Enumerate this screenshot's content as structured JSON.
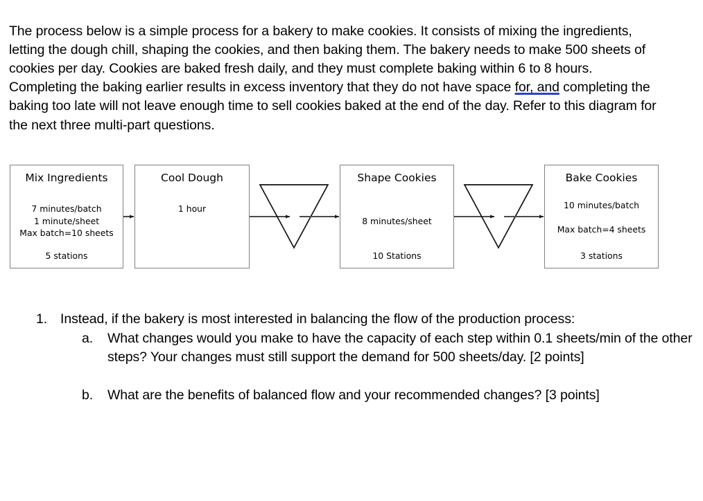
{
  "document": {
    "intro": {
      "before_flag": "The process below is a simple process for a bakery to make cookies.  It consists of mixing the ingredients, letting the dough chill, shaping the cookies, and then baking them.  The bakery needs to make 500 sheets of cookies per day.  Cookies are baked fresh daily, and they must complete baking within 6 to 8 hours.  Completing the baking earlier results in excess inventory that they do not have space ",
      "flagged_text": "for, and",
      "after_flag": " completing the baking too late will not leave enough time to sell cookies baked at the end of the day.  Refer to this diagram for the next three multi-part questions.",
      "flag_underline_color": "#2a40d8"
    },
    "diagram": {
      "border_color": "#808080",
      "line_color": "#3f3f3f",
      "steps": [
        {
          "id": "mix-ingredients",
          "title": "Mix Ingredients",
          "details": "7 minutes/batch\n1 minute/sheet\nMax batch=10 sheets",
          "detail_lines": [
            "7 minutes/batch",
            "1 minute/sheet",
            "Max batch=10 sheets"
          ],
          "stations": "5 stations"
        },
        {
          "id": "cool-dough",
          "title": "Cool Dough",
          "details": "1 hour",
          "detail_lines": [
            "1 hour"
          ],
          "stations": ""
        },
        {
          "id": "shape-cookies",
          "title": "Shape Cookies",
          "details": "8 minutes/sheet",
          "detail_lines": [
            "8 minutes/sheet"
          ],
          "stations": "10 Stations"
        },
        {
          "id": "bake-cookies",
          "title": "Bake Cookies",
          "details": "10 minutes/batch\n\nMax batch=4 sheets",
          "detail_lines": [
            "10 minutes/batch",
            "",
            "Max batch=4 sheets"
          ],
          "stations": "3 stations"
        }
      ],
      "inventory_buffers": [
        {
          "id": "inventory-buffer-1",
          "shape": "inverted-triangle"
        },
        {
          "id": "inventory-buffer-2",
          "shape": "inverted-triangle"
        }
      ],
      "flow_arrows": 5
    },
    "questions": [
      {
        "marker": "1.",
        "level": 1,
        "text": "Instead, if the bakery is most interested in balancing the flow of the production process:"
      },
      {
        "marker": "a.",
        "level": 2,
        "text": "What changes would you make to have the capacity of each step within 0.1 sheets/min of the other steps? Your changes must still support the demand for 500 sheets/day. [2 points]"
      },
      {
        "marker": "b.",
        "level": 2,
        "text": "What are the benefits of balanced flow and your recommended changes? [3 points]"
      }
    ]
  }
}
